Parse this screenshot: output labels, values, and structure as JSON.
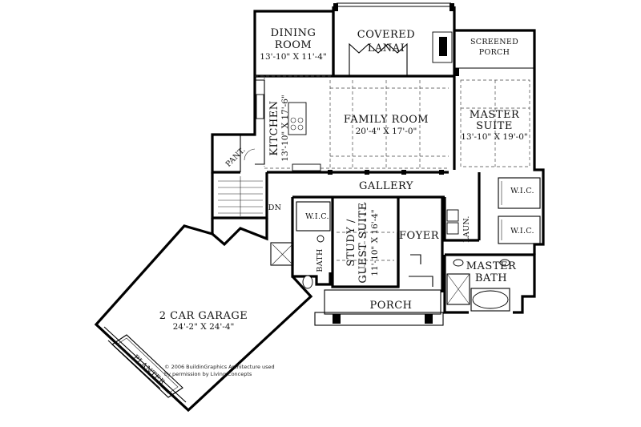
{
  "rooms": {
    "dining": {
      "name_1": "DINING",
      "name_2": "ROOM",
      "dims": "13'-10\" X 11'-4\""
    },
    "lanai": {
      "name_1": "COVERED",
      "name_2": "LANAI"
    },
    "screened_porch": {
      "name_1": "SCREENED",
      "name_2": "PORCH"
    },
    "kitchen": {
      "name": "KITCHEN",
      "dims": "13'-10\" X 17'-6\""
    },
    "family": {
      "name": "FAMILY ROOM",
      "dims": "20'-4\" X 17'-0\""
    },
    "master_suite": {
      "name_1": "MASTER",
      "name_2": "SUITE",
      "dims": "13'-10\" X 19'-0\""
    },
    "pantry": {
      "name": "PANT."
    },
    "gallery": {
      "name": "GALLERY"
    },
    "wic_master_1": {
      "name": "W.I.C."
    },
    "wic_master_2": {
      "name": "W.I.C."
    },
    "wic_guest": {
      "name": "W.I.C."
    },
    "down": {
      "name": "DN"
    },
    "study": {
      "name_1": "STUDY /",
      "name_2": "GUEST SUITE",
      "dims": "11'-10\" X 16'-4\""
    },
    "foyer": {
      "name": "FOYER"
    },
    "laundry": {
      "name": "LAUN."
    },
    "bath": {
      "name": "BATH"
    },
    "master_bath": {
      "name_1": "MASTER",
      "name_2": "BATH"
    },
    "porch": {
      "name": "PORCH"
    },
    "garage": {
      "name": "2 CAR GARAGE",
      "dims": "24'-2\" X 24'-4\""
    },
    "planter": {
      "name": "PLANTER"
    }
  },
  "credit": {
    "line_1": "© 2006 BuildinGraphics Architecture used",
    "line_2": "by permission by Living Concepts"
  },
  "colors": {
    "ink": "#000000",
    "paper": "#ffffff"
  }
}
